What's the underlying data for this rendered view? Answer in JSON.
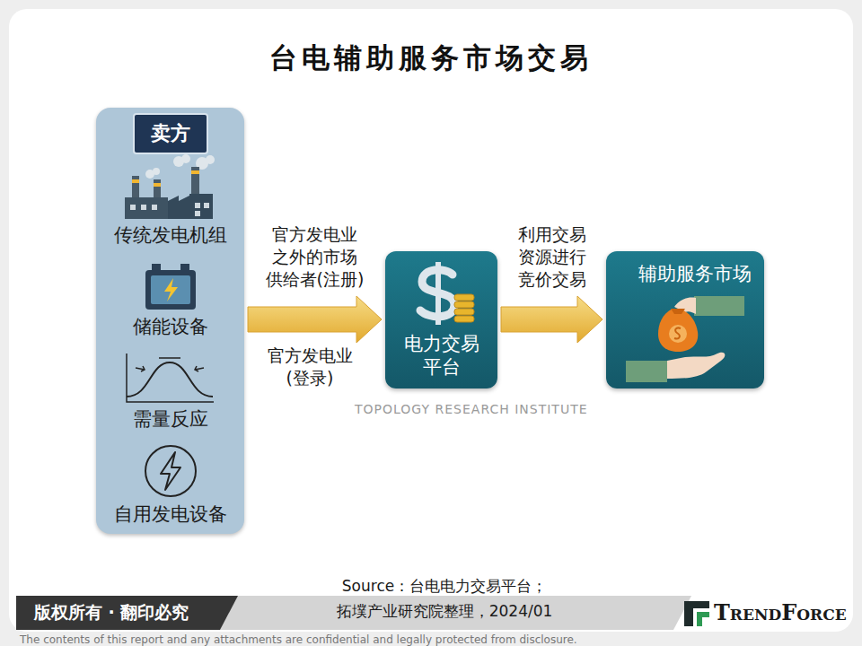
{
  "diagram": {
    "title": "台电辅助服务市场交易",
    "nodes": [
      {
        "text": [
          "卖方",
          "传统发电机组",
          "储能设备",
          "需量反应",
          "自用发电设备"
        ]
      },
      {
        "text": [
          "电力交易 平台"
        ]
      },
      {
        "text": [
          "辅助服务市场"
        ]
      }
    ],
    "edges": [
      {
        "from": 0,
        "to": 1,
        "arrow": "to",
        "label": "官方发电业 之外的市场 供给者(注册)"
      },
      {
        "from": 1,
        "to": 2,
        "arrow": "to",
        "label": "利用交易 资源进行 竞价交易"
      }
    ],
    "labels": [
      "官方发电业 (登录)",
      "Source：台电电力交易平台；",
      "拓墣产业研究院整理，2024/01",
      "版权所有 · 翻印必究",
      "TrendForce",
      "The contents of this report and any attachments are confidential and legally protected from disclosure.",
      "TOPOLOGY RESEARCH INSTITUTE"
    ]
  }
}
